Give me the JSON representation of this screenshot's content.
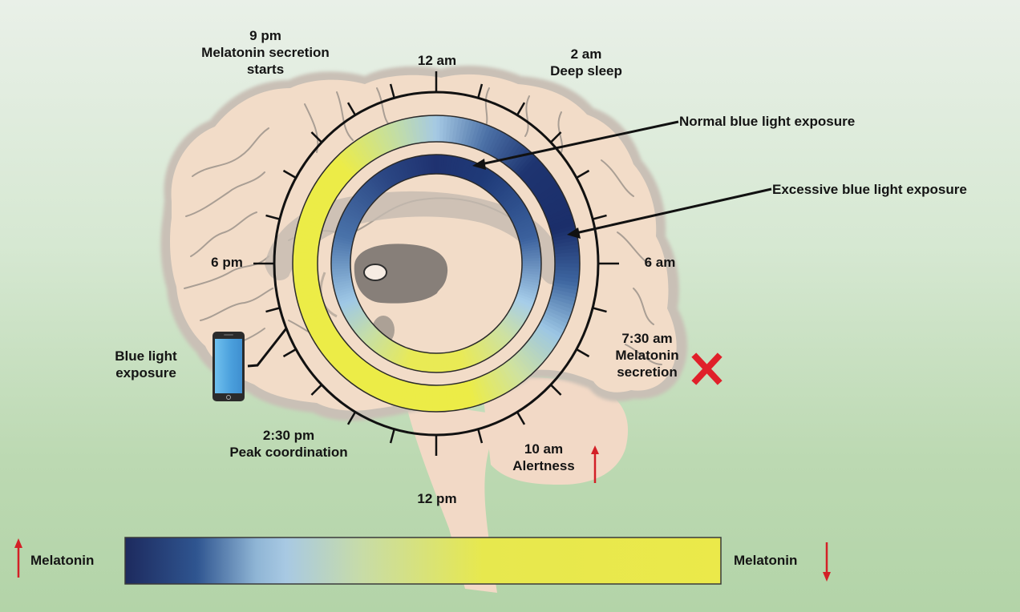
{
  "figure": {
    "title_hidden": "",
    "clock_labels": [
      {
        "id": "label-9pm",
        "lines": [
          "9 pm",
          "Melatonin secretion",
          "starts"
        ]
      },
      {
        "id": "label-12am",
        "lines": [
          "12 am"
        ]
      },
      {
        "id": "label-2am",
        "lines": [
          "2 am",
          "Deep sleep"
        ]
      },
      {
        "id": "label-6am",
        "lines": [
          "6 am"
        ]
      },
      {
        "id": "label-730am",
        "lines": [
          "7:30 am",
          "Melatonin",
          "secretion"
        ]
      },
      {
        "id": "label-10am",
        "lines": [
          "10 am",
          "Alertness"
        ]
      },
      {
        "id": "label-12pm",
        "lines": [
          "12 pm"
        ]
      },
      {
        "id": "label-230pm",
        "lines": [
          "2:30 pm",
          "Peak coordination"
        ]
      },
      {
        "id": "label-6pm",
        "lines": [
          "6 pm"
        ]
      },
      {
        "id": "label-blue-light",
        "lines": [
          "Blue light",
          "exposure"
        ]
      }
    ],
    "callouts": {
      "normal": "Normal blue light exposure",
      "excessive": "Excessive blue light exposure"
    },
    "legend_bar": {
      "left_label": "Melatonin",
      "left_arrow": "up",
      "right_label": "Melatonin",
      "right_arrow": "down",
      "gradient_colors": [
        "#1d2a5e",
        "#2f5590",
        "#9cc4e2",
        "#c7dba0",
        "#e6e84c",
        "#ebe94a"
      ]
    },
    "clock": {
      "hours": 24,
      "top_hour": 0,
      "direction": "clockwise"
    },
    "rings": {
      "excessive_exposure": {
        "description": "outer ring",
        "stops": [
          {
            "hour": 0,
            "color": "#a5c9e4"
          },
          {
            "hour": 1.5,
            "color": "#4a6fa5"
          },
          {
            "hour": 3,
            "color": "#1e3470"
          },
          {
            "hour": 5,
            "color": "#1b2e6a"
          },
          {
            "hour": 6.5,
            "color": "#3e66a0"
          },
          {
            "hour": 8,
            "color": "#9cc6e4"
          },
          {
            "hour": 9.5,
            "color": "#cfe2a0"
          },
          {
            "hour": 11,
            "color": "#ecec47"
          },
          {
            "hour": 21,
            "color": "#ecec47"
          },
          {
            "hour": 22.8,
            "color": "#c3dea4"
          },
          {
            "hour": 24,
            "color": "#a5c9e4"
          }
        ]
      },
      "normal_exposure": {
        "description": "inner ring",
        "stops": [
          {
            "hour": 0,
            "color": "#1f3270"
          },
          {
            "hour": 2,
            "color": "#1f3a78"
          },
          {
            "hour": 5,
            "color": "#3b619d"
          },
          {
            "hour": 7.5,
            "color": "#a6cdea"
          },
          {
            "hour": 9,
            "color": "#cde1a2"
          },
          {
            "hour": 11,
            "color": "#e9ea55"
          },
          {
            "hour": 13,
            "color": "#e9ea55"
          },
          {
            "hour": 15,
            "color": "#c5dea8"
          },
          {
            "hour": 16.5,
            "color": "#9fc8e6"
          },
          {
            "hour": 19,
            "color": "#4a73aa"
          },
          {
            "hour": 22,
            "color": "#2a4582"
          },
          {
            "hour": 24,
            "color": "#1f3270"
          }
        ]
      }
    },
    "colors": {
      "brain_fill": "#f2dcc8",
      "brain_shadow": "#c7bdb2",
      "sulci": "#9b9189",
      "thalamus": "#87807a",
      "arrow_red": "#d32027",
      "x_mark": "#e0202a",
      "ink": "#111111"
    }
  }
}
